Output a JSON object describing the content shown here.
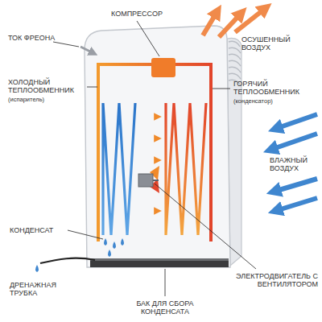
{
  "diagram": {
    "labels": [
      "ТОК ФРЕОНА",
      "КОМПРЕССОР",
      "ОСУШЕННЫЙ ВОЗДУХ",
      "ХОЛОДНЫЙ ТЕПЛООБМЕННИК",
      "(испаритель)",
      "ГОРЯЧИЙ ТЕПЛООБМЕННИК",
      "(конденсатор)",
      "ВЛАЖНЫЙ ВОЗДУХ",
      "КОНДЕНСАТ",
      "ЭЛЕКТРОДВИГАТЕЛЬ С ВЕНТИЛЯТОРОМ",
      "ДРЕНАЖНАЯ ТРУБКА",
      "БАК ДЛЯ СБОРА КОНДЕНСАТА"
    ]
  }
}
